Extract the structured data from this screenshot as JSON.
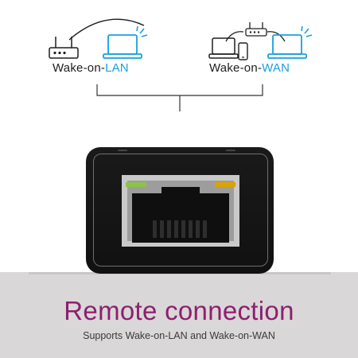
{
  "lan": {
    "prefix": "Wake-on-",
    "accent": "LAN"
  },
  "wan": {
    "prefix": "Wake-on-",
    "accent": "WAN"
  },
  "headline": "Remote connection",
  "subline": "Supports Wake-on-LAN and Wake-on-WAN",
  "colors": {
    "accent_blue": "#1a9fe0",
    "headline_magenta": "#8e1f6e",
    "adapter_body": "#141414",
    "led_green": "#8bc34a",
    "led_amber": "#f5b300"
  },
  "icons": [
    "router-icon",
    "laptop-icon",
    "router-icon",
    "laptop-icon",
    "phone-icon",
    "laptop-icon"
  ]
}
